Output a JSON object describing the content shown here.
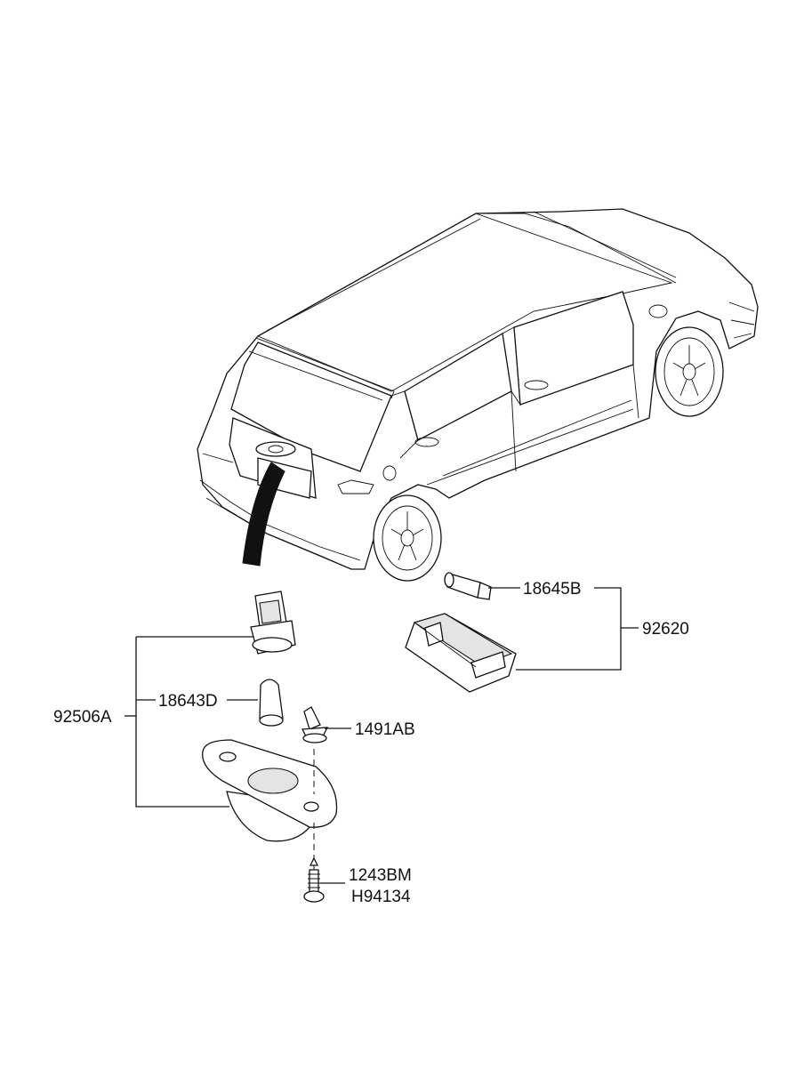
{
  "diagram": {
    "labels": {
      "bulb_wedge": "18645B",
      "room_lamp": "92620",
      "license_lamp_assy": "92506A",
      "bulb_license": "18643D",
      "clip": "1491AB",
      "screw": "1243BM",
      "screw_alt": "H94134"
    }
  }
}
